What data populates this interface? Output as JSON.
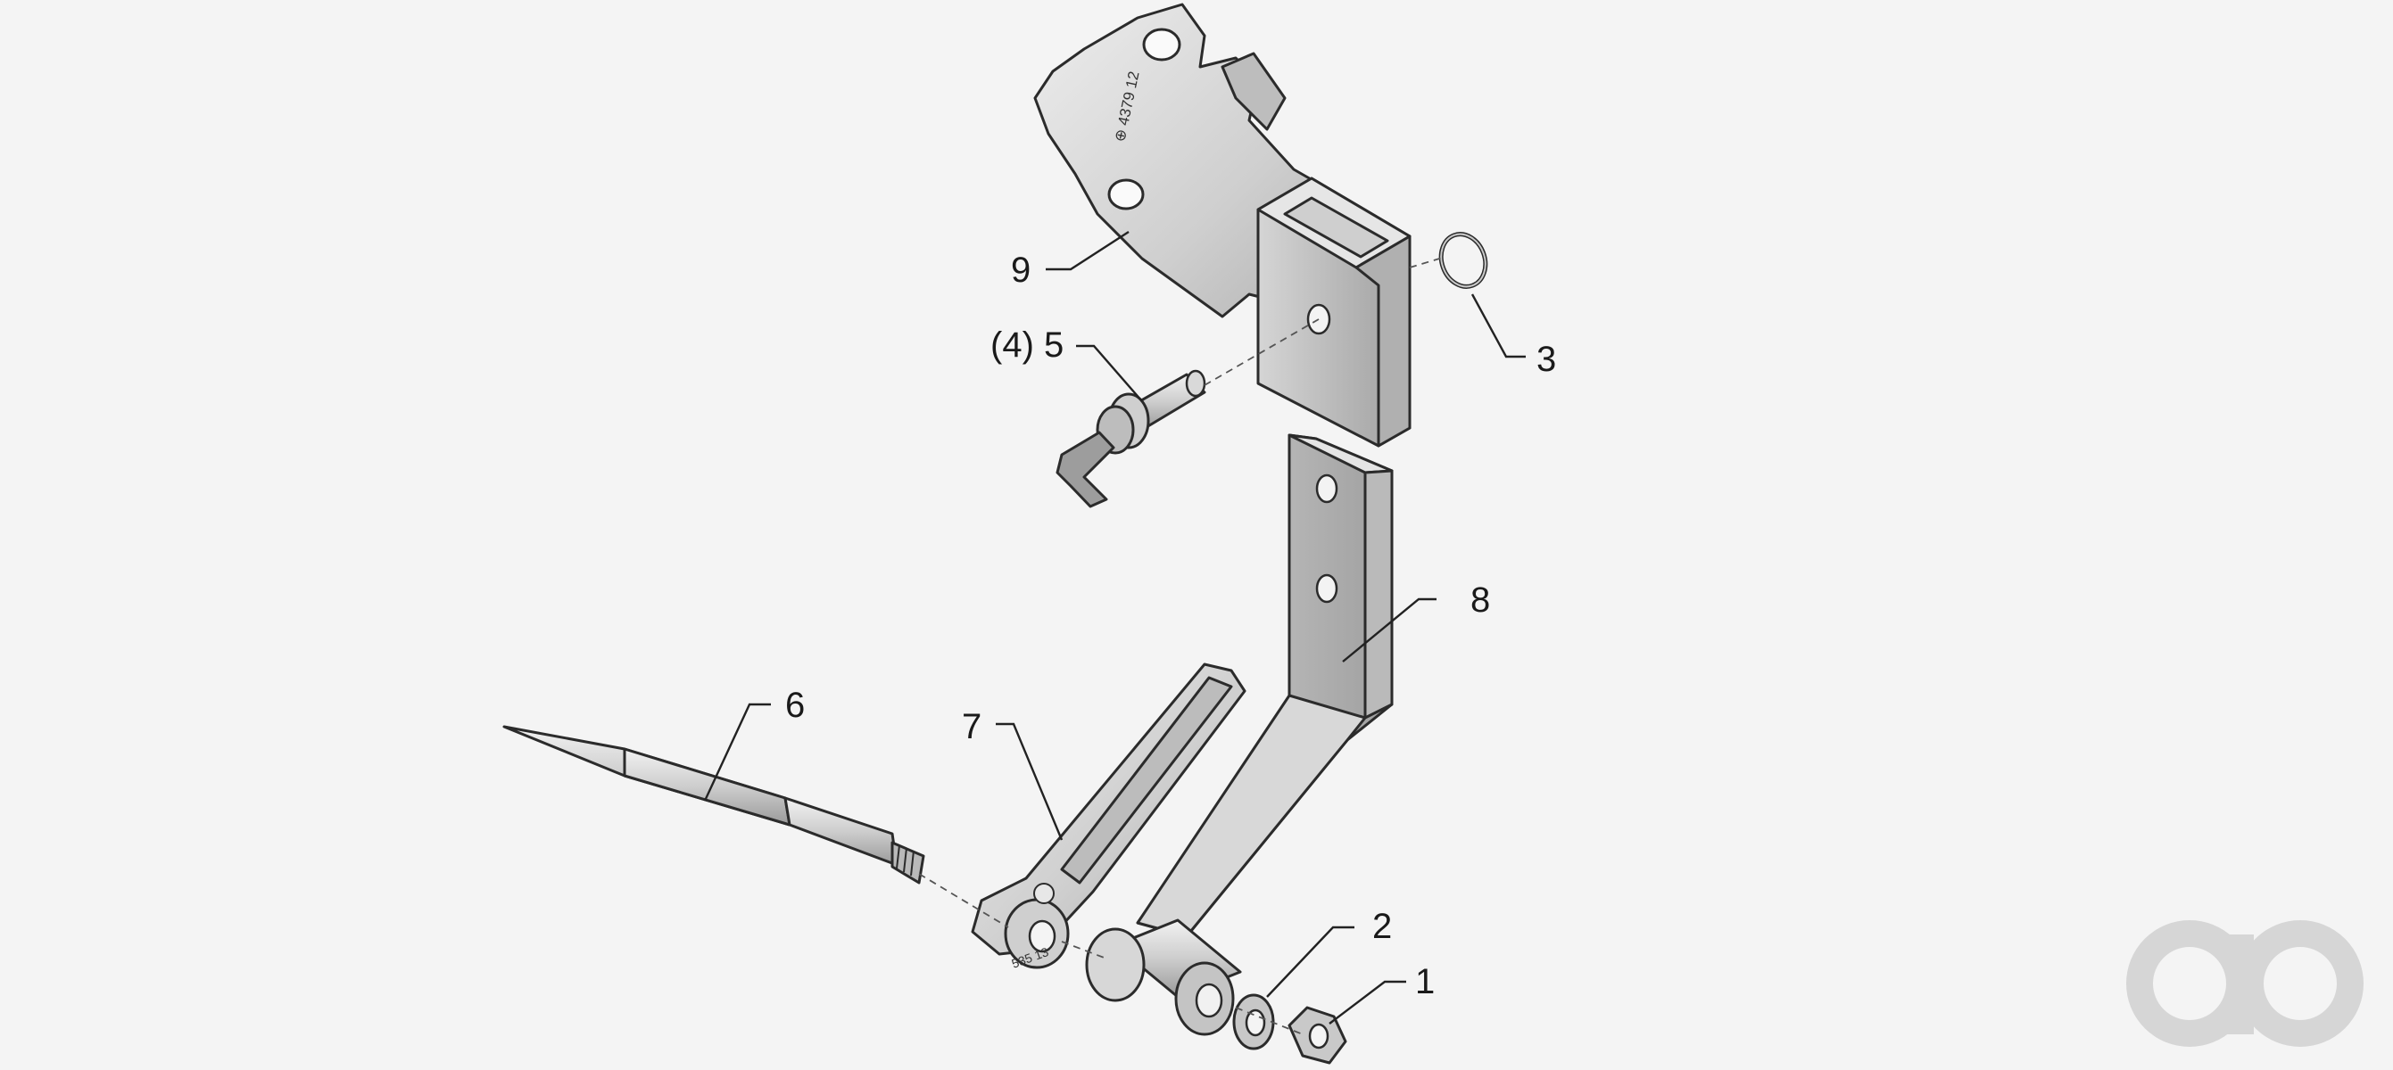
{
  "callouts": [
    {
      "id": "1",
      "label": "1"
    },
    {
      "id": "2",
      "label": "2"
    },
    {
      "id": "3",
      "label": "3"
    },
    {
      "id": "5",
      "label": "(4) 5"
    },
    {
      "id": "6",
      "label": "6"
    },
    {
      "id": "7",
      "label": "7"
    },
    {
      "id": "8",
      "label": "8"
    },
    {
      "id": "9",
      "label": "9"
    }
  ],
  "colors": {
    "background": "#f4f4f4",
    "part_light": "#e2e2e2",
    "part_mid": "#c8c8c8",
    "part_dark": "#a9a9a9",
    "outline": "#2b2b2b",
    "watermark": "#d6d6d6"
  },
  "watermark": {
    "icon": "ao-logo-icon"
  }
}
